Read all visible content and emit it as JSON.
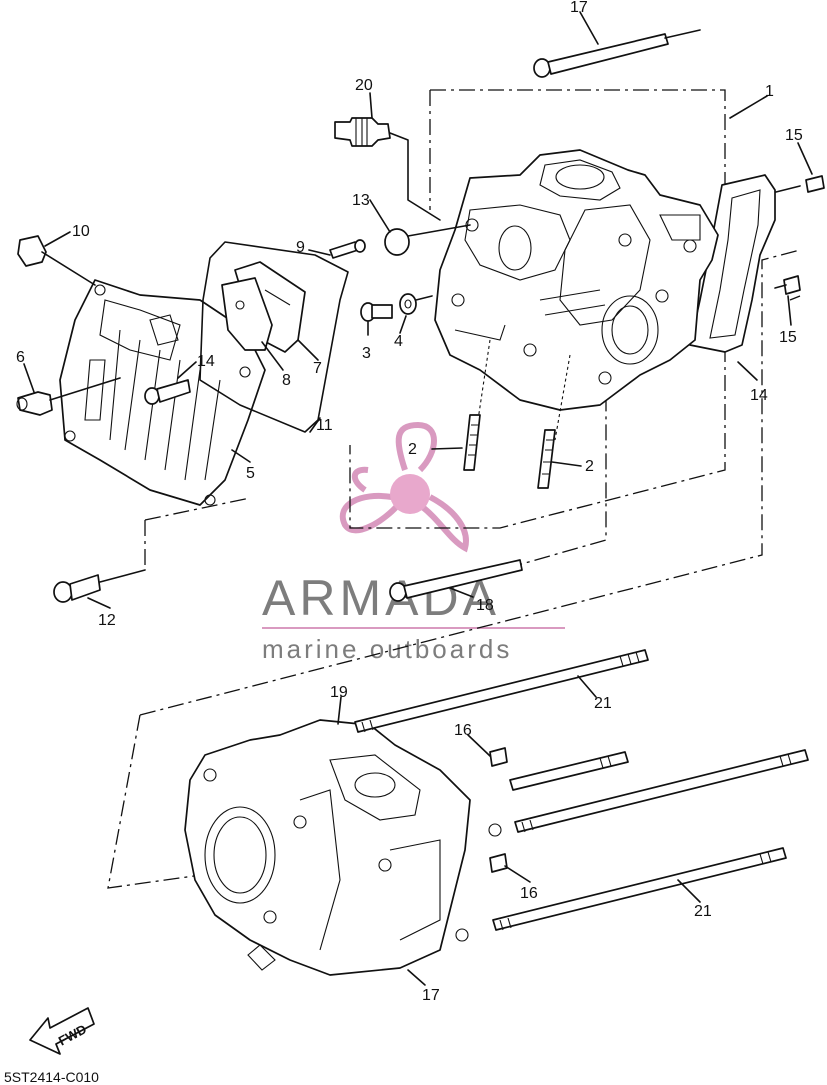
{
  "diagram_code": "5ST2414-C010",
  "fwd_label": "FWD",
  "watermark": {
    "brand": "ARMADA",
    "tagline": "marine outboards",
    "pink": "#d99ac0",
    "gray": "#7d7d7d"
  },
  "callouts": [
    {
      "id": "c1",
      "text": "1"
    },
    {
      "id": "c2a",
      "text": "2"
    },
    {
      "id": "c2b",
      "text": "2"
    },
    {
      "id": "c3",
      "text": "3"
    },
    {
      "id": "c4",
      "text": "4"
    },
    {
      "id": "c5",
      "text": "5"
    },
    {
      "id": "c6",
      "text": "6"
    },
    {
      "id": "c7",
      "text": "7"
    },
    {
      "id": "c8",
      "text": "8"
    },
    {
      "id": "c9",
      "text": "9"
    },
    {
      "id": "c10",
      "text": "10"
    },
    {
      "id": "c11",
      "text": "11"
    },
    {
      "id": "c12",
      "text": "12"
    },
    {
      "id": "c13",
      "text": "13"
    },
    {
      "id": "c14a",
      "text": "14"
    },
    {
      "id": "c14b",
      "text": "14"
    },
    {
      "id": "c15a",
      "text": "15"
    },
    {
      "id": "c15b",
      "text": "15"
    },
    {
      "id": "c16a",
      "text": "16"
    },
    {
      "id": "c16b",
      "text": "16"
    },
    {
      "id": "c17a",
      "text": "17"
    },
    {
      "id": "c17b",
      "text": "17"
    },
    {
      "id": "c18",
      "text": "18"
    },
    {
      "id": "c19",
      "text": "19"
    },
    {
      "id": "c20",
      "text": "20"
    },
    {
      "id": "c21a",
      "text": "21"
    },
    {
      "id": "c21b",
      "text": "21"
    }
  ]
}
